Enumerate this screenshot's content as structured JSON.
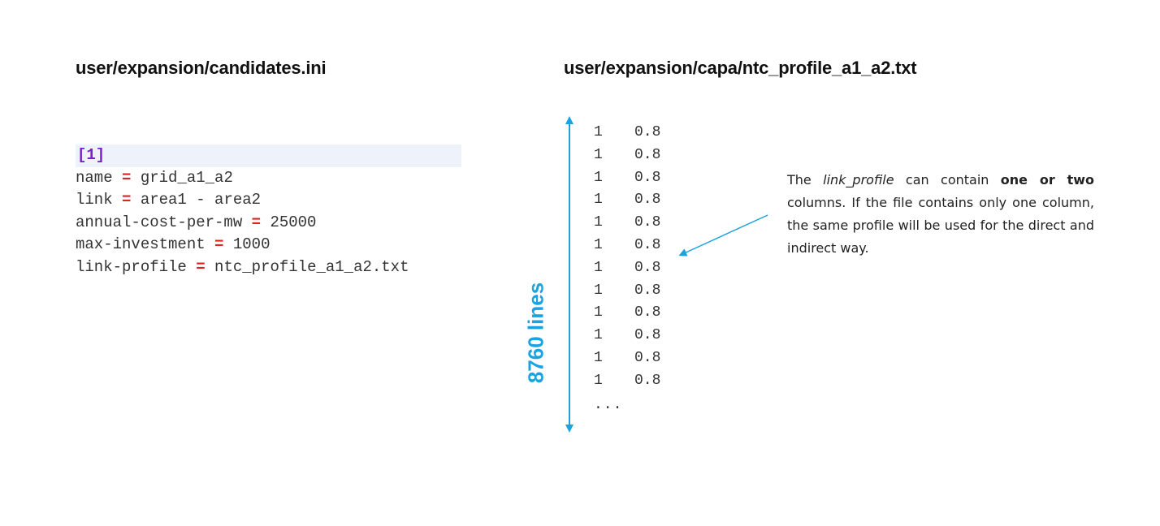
{
  "left_panel": {
    "title": "user/expansion/candidates.ini",
    "section": "[1]",
    "entries": [
      {
        "key": "name",
        "eq": "=",
        "value": "grid_a1_a2"
      },
      {
        "key": "link",
        "eq": "=",
        "value": "area1 - area2"
      },
      {
        "key": "annual-cost-per-mw",
        "eq": "=",
        "value": "25000"
      },
      {
        "key": "max-investment",
        "eq": "=",
        "value": "1000"
      },
      {
        "key": "link-profile",
        "eq": "=",
        "value": "ntc_profile_a1_a2.txt"
      }
    ]
  },
  "right_panel": {
    "title": "user/expansion/capa/ntc_profile_a1_a2.txt",
    "rows": [
      [
        "1",
        "0.8"
      ],
      [
        "1",
        "0.8"
      ],
      [
        "1",
        "0.8"
      ],
      [
        "1",
        "0.8"
      ],
      [
        "1",
        "0.8"
      ],
      [
        "1",
        "0.8"
      ],
      [
        "1",
        "0.8"
      ],
      [
        "1",
        "0.8"
      ],
      [
        "1",
        "0.8"
      ],
      [
        "1",
        "0.8"
      ],
      [
        "1",
        "0.8"
      ],
      [
        "1",
        "0.8"
      ]
    ],
    "ellipsis": "...",
    "line_count_label": "8760 lines"
  },
  "annotation": {
    "part1": "The ",
    "term": "link_profile",
    "part2": " can contain ",
    "emphasis": "one or two",
    "part3": " columns. If the file contains only one column, the same profile will be used for the direct and indirect way."
  },
  "colors": {
    "accent": "#1aa3e0",
    "section_bg": "#eef2fb",
    "section_text": "#7a22c8",
    "operator": "#dd2222"
  }
}
